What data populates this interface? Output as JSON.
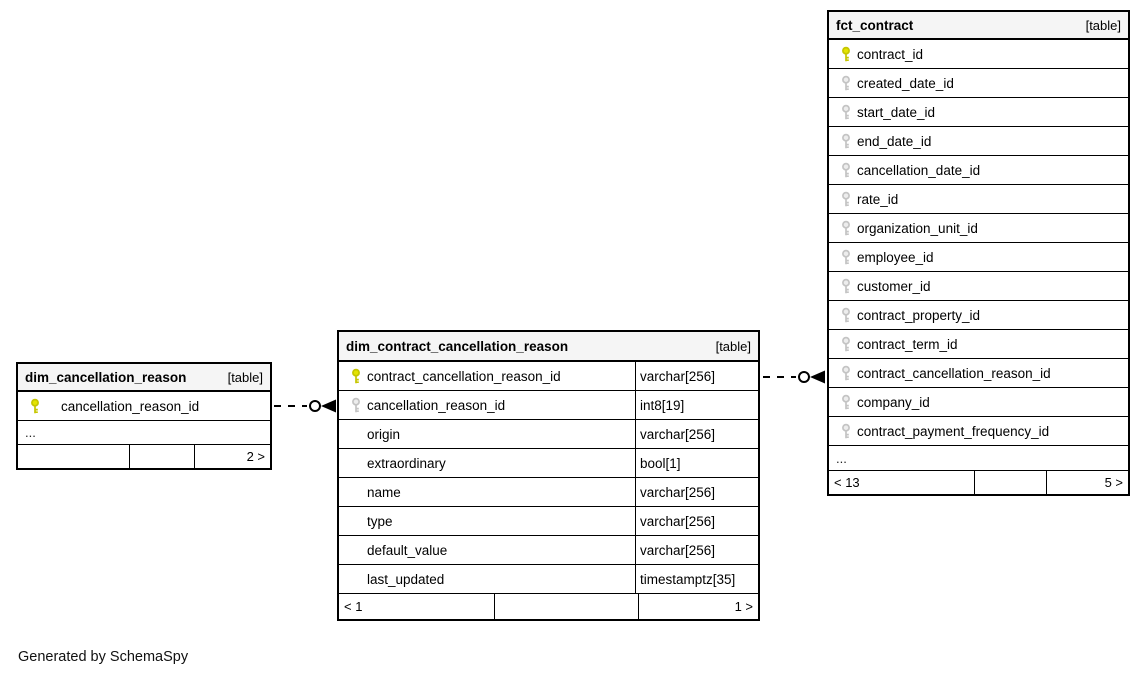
{
  "page": {
    "footer_note": "Generated by SchemaSpy"
  },
  "colors": {
    "border": "#000000",
    "header_bg": "#f5f5f5",
    "primary_key_stroke": "#c6c600",
    "primary_key_fill": "#e4e400",
    "foreign_key_stroke": "#c4c4c4",
    "foreign_key_fill": "#ededed"
  },
  "tables": [
    {
      "name": "dim_cancellation_reason",
      "badge": "[table]",
      "show_types": false,
      "columns": [
        {
          "name": "cancellation_reason_id",
          "key": "primary",
          "type": ""
        }
      ],
      "ellipsis": "...",
      "pager": {
        "left": "",
        "middle": "",
        "right": "2 >"
      }
    },
    {
      "name": "dim_contract_cancellation_reason",
      "badge": "[table]",
      "show_types": true,
      "columns": [
        {
          "name": "contract_cancellation_reason_id",
          "key": "primary",
          "type": "varchar[256]"
        },
        {
          "name": "cancellation_reason_id",
          "key": "foreign",
          "type": "int8[19]"
        },
        {
          "name": "origin",
          "key": "",
          "type": "varchar[256]"
        },
        {
          "name": "extraordinary",
          "key": "",
          "type": "bool[1]"
        },
        {
          "name": "name",
          "key": "",
          "type": "varchar[256]"
        },
        {
          "name": "type",
          "key": "",
          "type": "varchar[256]"
        },
        {
          "name": "default_value",
          "key": "",
          "type": "varchar[256]"
        },
        {
          "name": "last_updated",
          "key": "",
          "type": "timestamptz[35]"
        }
      ],
      "ellipsis": "",
      "pager": {
        "left": "< 1",
        "middle": "",
        "right": "1 >"
      }
    },
    {
      "name": "fct_contract",
      "badge": "[table]",
      "show_types": false,
      "columns": [
        {
          "name": "contract_id",
          "key": "primary",
          "type": ""
        },
        {
          "name": "created_date_id",
          "key": "foreign",
          "type": ""
        },
        {
          "name": "start_date_id",
          "key": "foreign",
          "type": ""
        },
        {
          "name": "end_date_id",
          "key": "foreign",
          "type": ""
        },
        {
          "name": "cancellation_date_id",
          "key": "foreign",
          "type": ""
        },
        {
          "name": "rate_id",
          "key": "foreign",
          "type": ""
        },
        {
          "name": "organization_unit_id",
          "key": "foreign",
          "type": ""
        },
        {
          "name": "employee_id",
          "key": "foreign",
          "type": ""
        },
        {
          "name": "customer_id",
          "key": "foreign",
          "type": ""
        },
        {
          "name": "contract_property_id",
          "key": "foreign",
          "type": ""
        },
        {
          "name": "contract_term_id",
          "key": "foreign",
          "type": ""
        },
        {
          "name": "contract_cancellation_reason_id",
          "key": "foreign",
          "type": ""
        },
        {
          "name": "company_id",
          "key": "foreign",
          "type": ""
        },
        {
          "name": "contract_payment_frequency_id",
          "key": "foreign",
          "type": ""
        }
      ],
      "ellipsis": "...",
      "pager": {
        "left": "< 13",
        "middle": "",
        "right": "5 >"
      }
    }
  ]
}
